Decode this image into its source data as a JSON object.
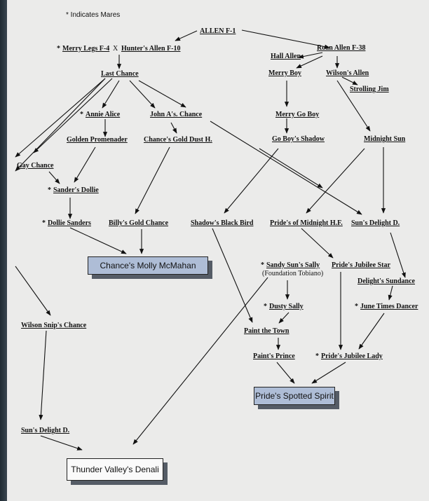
{
  "note": "* Indicates Mares",
  "nodes": {
    "allen": "ALLEN F-1",
    "merry_legs": "Merry Legs F-4",
    "x": "X",
    "hunters_allen": "Hunter's Allen F-10",
    "roan_allen": "Roan Allen F-38",
    "hall_allen": "Hall Allen",
    "merry_boy": "Merry Boy",
    "wilsons_allen": "Wilson's Allen",
    "strolling_jim": "Strolling Jim",
    "last_chance": "Last Chance",
    "annie_alice": "Annie Alice",
    "john_as_chance": "John A's. Chance",
    "merry_go_boy": "Merry Go Boy",
    "golden_promenader": "Golden Promenader",
    "chances_gold_dust": "Chance's Gold Dust H.",
    "go_boys_shadow": "Go Boy's Shadow",
    "midnight_sun": "Midnight Sun",
    "gay_chance": "Gay Chance",
    "sanders_dollie": "Sander's Dollie",
    "dollie_sanders": "Dollie Sanders",
    "billys_gold_chance": "Billy's Gold Chance",
    "shadows_black_bird": "Shadow's Black Bird",
    "prides_of_midnight": "Pride's of Midnight H.F.",
    "suns_delight": "Sun's Delight D.",
    "sandy_suns_sally": "Sandy Sun's Sally",
    "foundation_tobiano": "(Foundation Tobiano)",
    "prides_jubilee_star": "Pride's Jubilee Star",
    "delights_sundance": "Delight's Sundance",
    "dusty_sally": "Dusty Sally",
    "june_times_dancer": "June Times Dancer",
    "wilson_snips_chance": "Wilson Snip's Chance",
    "paint_the_town": "Paint the Town",
    "paints_prince": "Paint's Prince",
    "prides_jubilee_lady": "Pride's Jubilee Lady",
    "suns_delight_2": "Sun's Delight D."
  },
  "mare_marker": "*",
  "boxes": {
    "molly": "Chance's Molly McMahan",
    "spotted_spirit": "Pride's Spotted Spirit",
    "denali": "Thunder Valley's Denali"
  },
  "colors": {
    "page": "#ebebea",
    "blue_box": "#aebdd6",
    "white_box": "#fafafa",
    "shadow": "#555c66"
  }
}
